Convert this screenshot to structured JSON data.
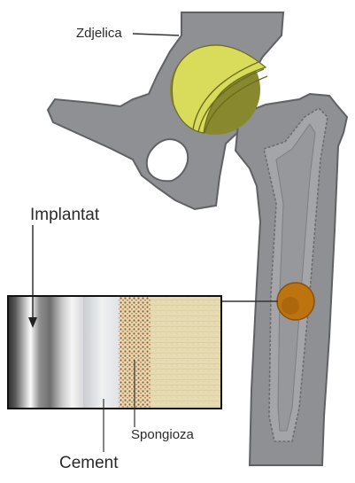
{
  "labels": {
    "pelvis": "Zdjelica",
    "implant": "Implantat",
    "cancellous_bone": "Spongioza",
    "cement": "Cement"
  },
  "colors": {
    "bone": "#8e9093",
    "bone_outline": "#5f6164",
    "bone_light": "#a3a5a8",
    "implant_ball": "#d9db5a",
    "implant_cup": "#88892e",
    "zoom_marker": "#bd7410",
    "cancellous_bg": "#e6dcb3",
    "cancellous_dots": "#8a4a2f"
  }
}
